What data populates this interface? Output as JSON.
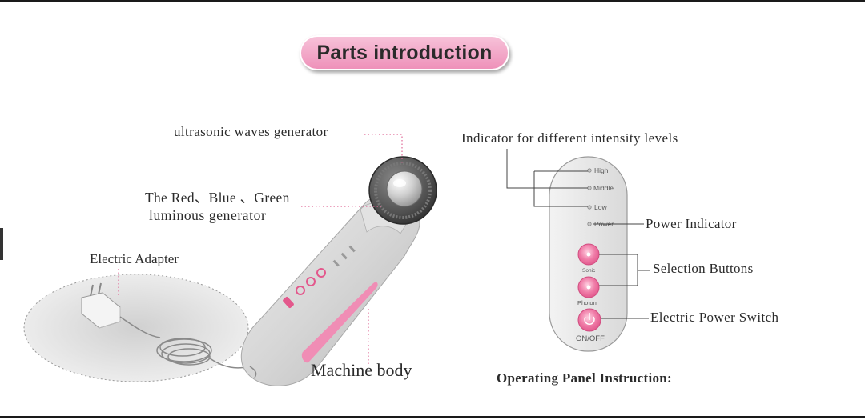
{
  "title": "Parts introduction",
  "device_labels": {
    "ultrasonic": "ultrasonic waves generator",
    "rgb_line1": "The Red、Blue 、Green",
    "rgb_line2": "luminous generator",
    "adapter": "Electric Adapter",
    "body": "Machine body"
  },
  "panel_labels": {
    "indicator": "Indicator for different intensity levels",
    "power_indicator": "Power Indicator",
    "selection": "Selection Buttons",
    "power_switch": "Electric Power Switch",
    "caption": "Operating Panel Instruction:"
  },
  "panel_text": {
    "levels": [
      "High",
      "Middle",
      "Low"
    ],
    "power": "Power",
    "sonic": "Sonic",
    "photon": "Photon",
    "onoff": "ON/OFF"
  },
  "colors": {
    "accent_pink": "#ee6a9c",
    "pill_pink": "#f2a6c6",
    "device_gray": "#d4d4d4",
    "panel_gray": "#ececec"
  }
}
